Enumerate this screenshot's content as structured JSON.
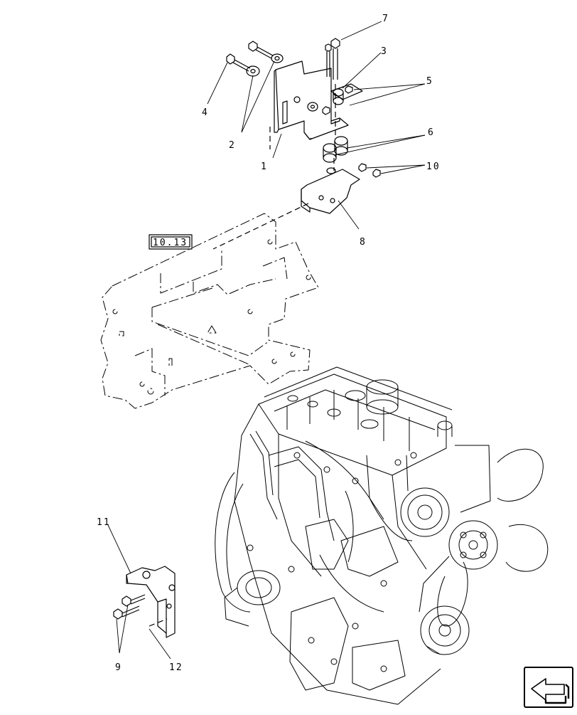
{
  "diagram": {
    "callouts": {
      "c1": "1",
      "c2": "2",
      "c3": "3",
      "c4": "4",
      "c5": "5",
      "c6": "6",
      "c7": "7",
      "c8": "8",
      "c9": "9",
      "c10": "10",
      "c11": "11",
      "c12": "12"
    },
    "reference_box": "10.13"
  },
  "navigation": {
    "icon": "arrow-icon"
  },
  "colors": {
    "line": "#000000",
    "background": "#ffffff"
  }
}
